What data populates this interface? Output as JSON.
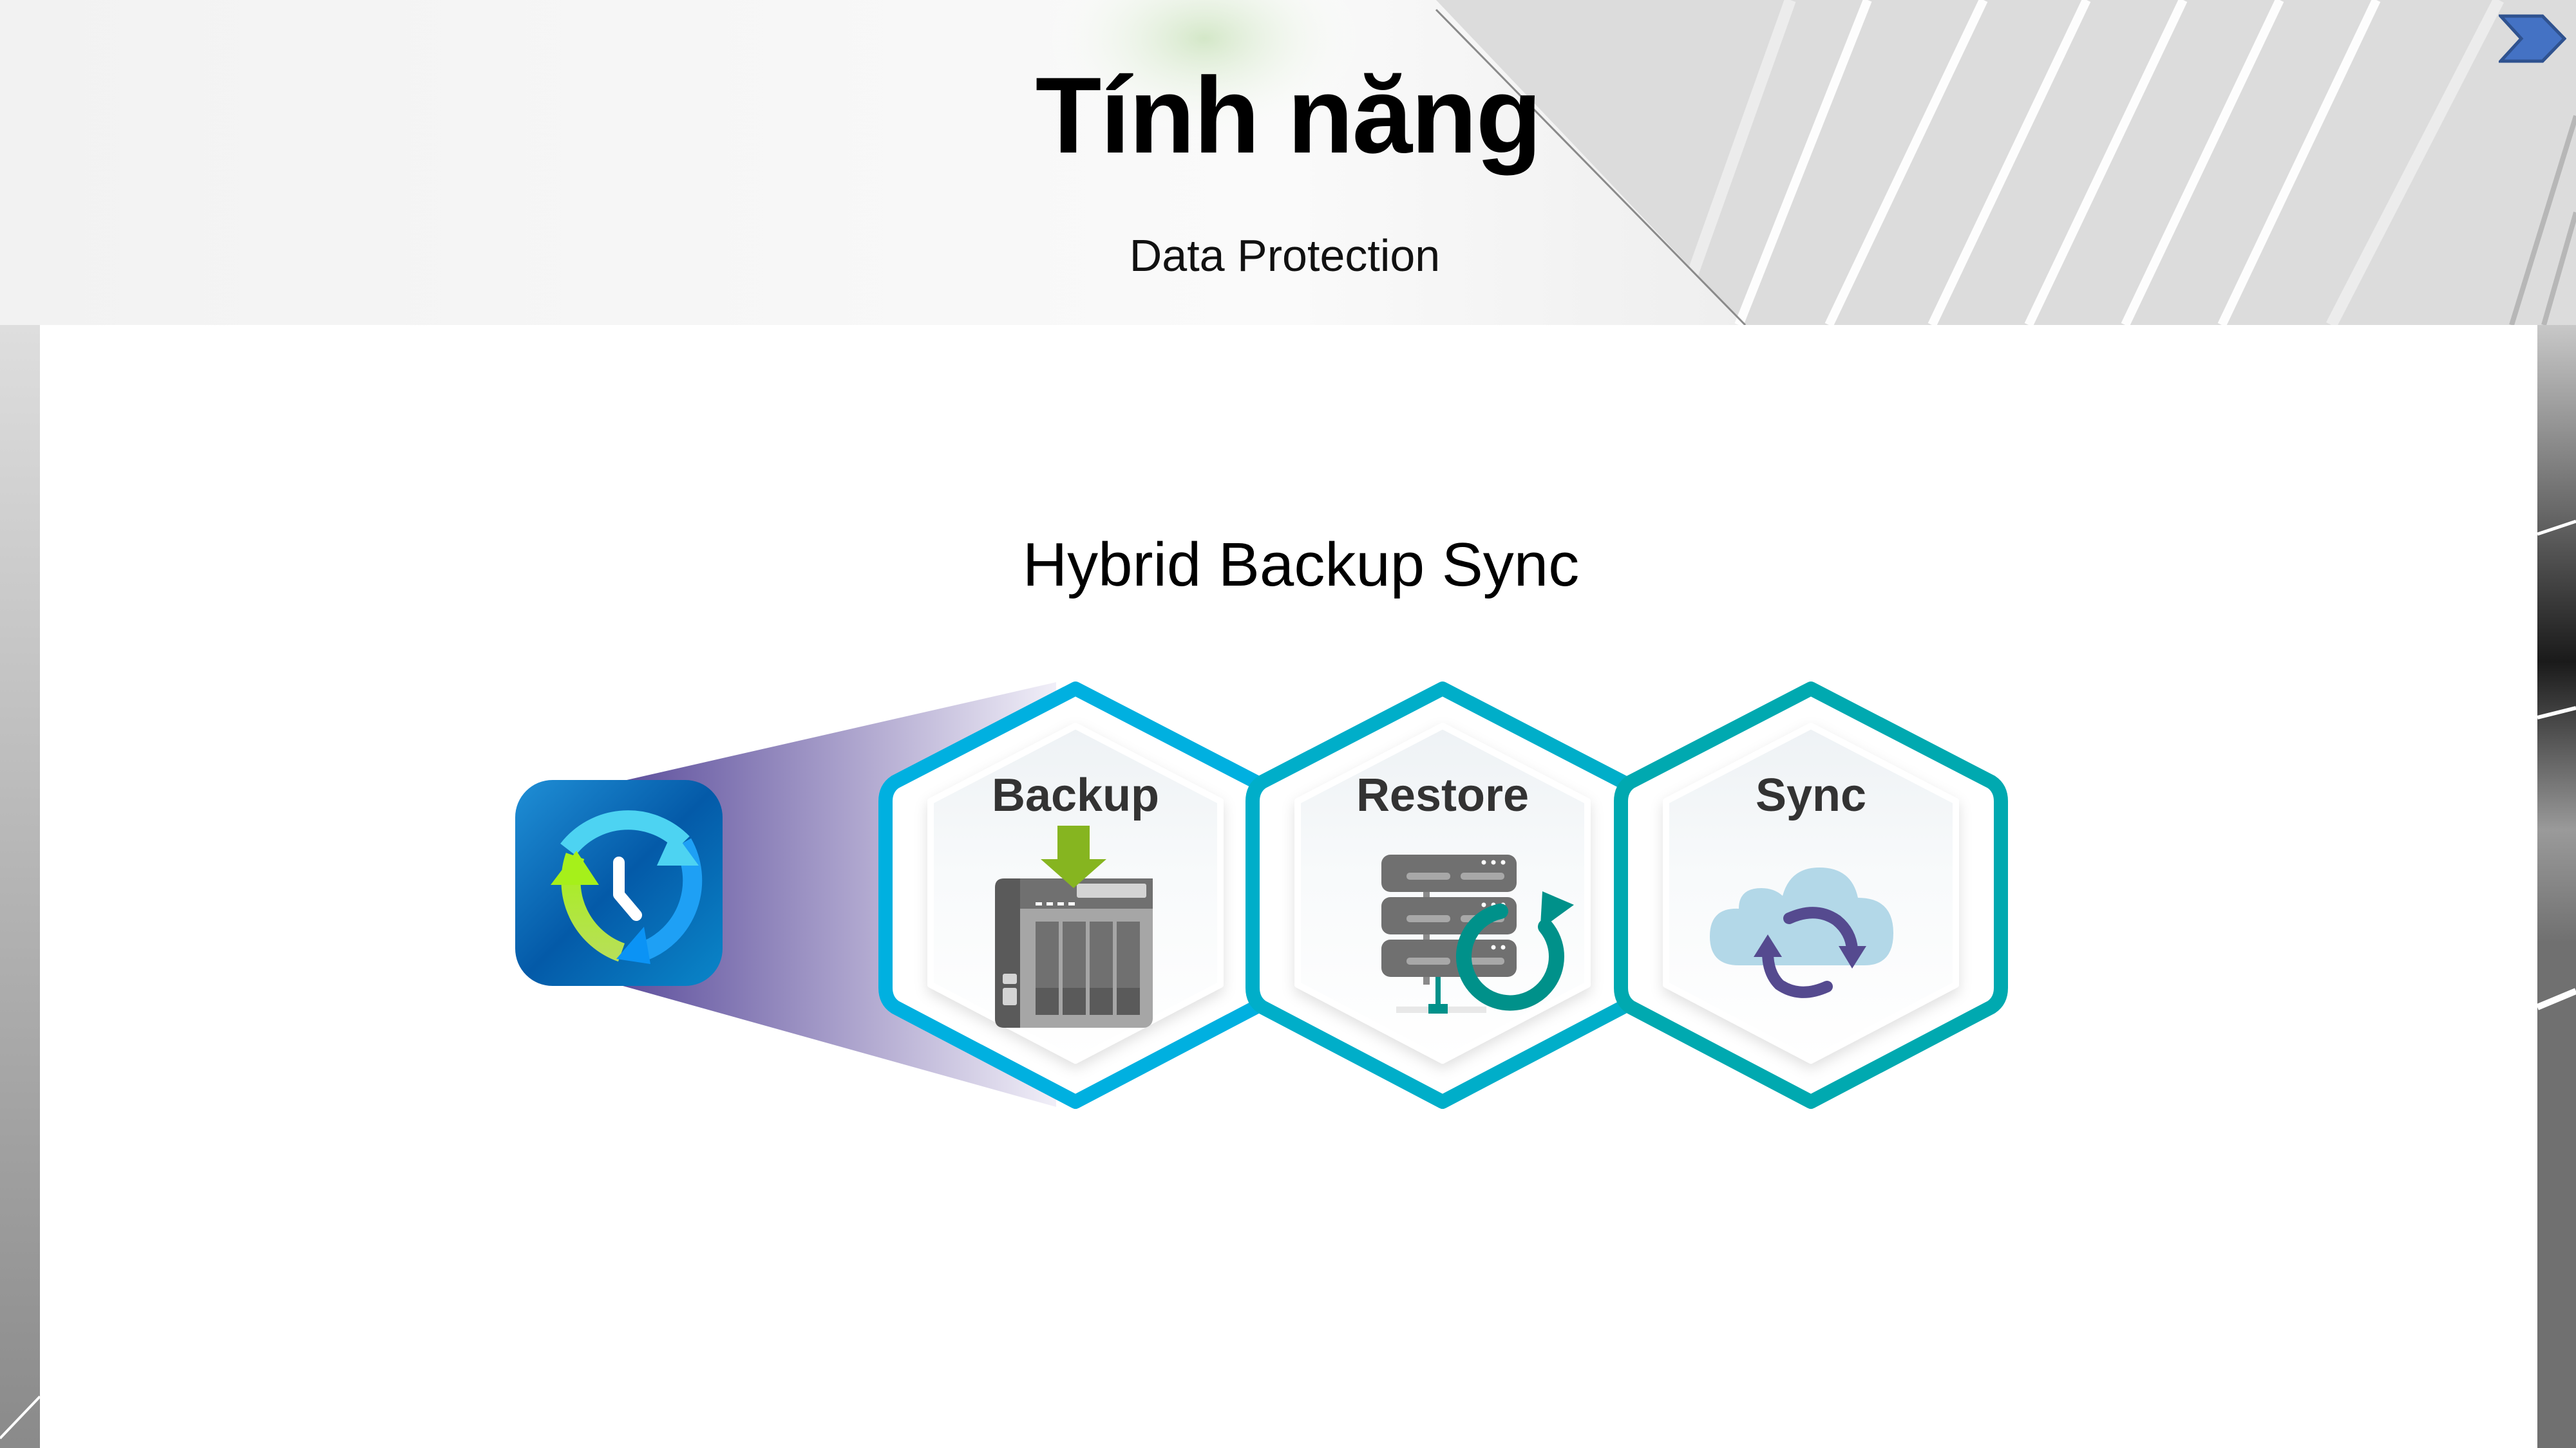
{
  "slide": {
    "title": "Tính năng",
    "subtitle": "Data Protection",
    "heading": "Hybrid Backup Sync"
  },
  "navigation": {
    "next_icon": "chevron-right-icon"
  },
  "app": {
    "icon": "hybrid-backup-sync-clock-icon",
    "name": "Hybrid Backup Sync"
  },
  "features": [
    {
      "label": "Backup",
      "icon": "nas-download-icon",
      "border_color": "#00b0e0"
    },
    {
      "label": "Restore",
      "icon": "server-restore-icon",
      "border_color": "#00aec9"
    },
    {
      "label": "Sync",
      "icon": "cloud-sync-icon",
      "border_color": "#00a9b0"
    }
  ],
  "colors": {
    "accent_blue": "#4472c4",
    "funnel_purple": "#6d5fa6",
    "backup_green": "#86b520",
    "restore_teal": "#00918a",
    "sync_purple": "#554a8f",
    "cloud_blue": "#b3d8e8",
    "nas_gray": "#707070"
  }
}
